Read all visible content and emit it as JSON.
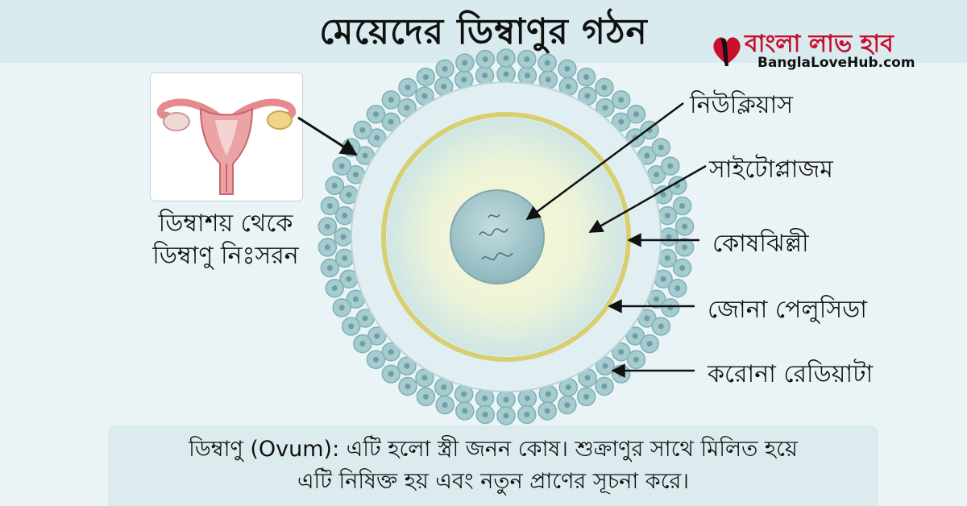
{
  "title": "মেয়েদের ডিম্বাণুর গঠন",
  "logo": {
    "name_bn": "বাংলা লাভ হাব",
    "site": "BanglaLoveHub.com"
  },
  "inset": {
    "icon": "uterus-ovary-illustration",
    "caption_line1": "ডিম্বাশয় থেকে",
    "caption_line2": "ডিম্বাণু নিঃসরন"
  },
  "labels": {
    "nucleus": "নিউক্লিয়াস",
    "cytoplasm": "সাইটোপ্লাজম",
    "cell_membrane": "কোষঝিল্লী",
    "zona_pellucida": "জোনা পেলুসিডা",
    "corona_radiata": "করোনা রেডিয়াটা"
  },
  "info": {
    "line1": "ডিম্বাণু (Ovum): এটি হলো স্ত্রী জনন কোষ। শুক্রাণুর সাথে মিলিত হয়ে",
    "line2": "এটি নিষিক্ত হয় এবং নতুন প্রাণের সূচনা করে।"
  },
  "colors": {
    "background": "#eaf4f6",
    "title_band": "#d9ebef",
    "corona_cells": "#a6ccd0",
    "zona": "#e2eff2",
    "yellow_ring": "#d8cf72",
    "cytoplasm": "#eef4d8",
    "nucleus": "#9cc3c8",
    "logo_red": "#c8102e"
  }
}
